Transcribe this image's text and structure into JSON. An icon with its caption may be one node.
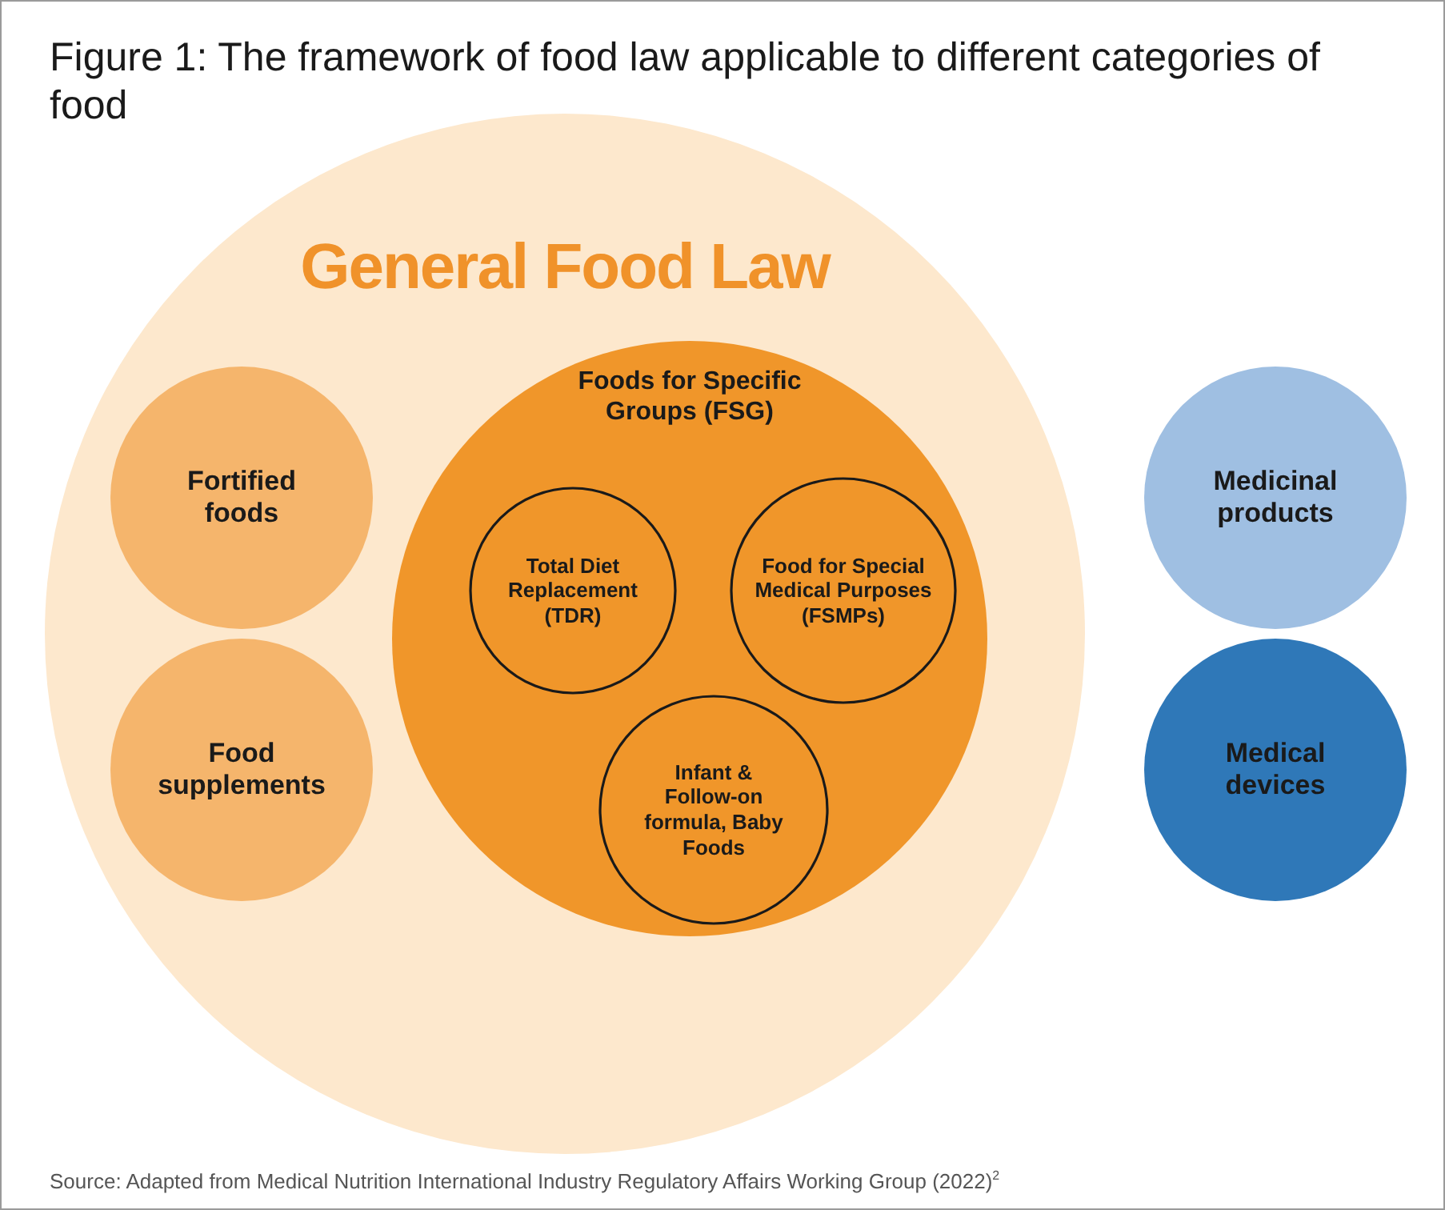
{
  "diagram": {
    "title": "Figure 1: The framework of food law applicable to different categories of food",
    "caption": "Source: Adapted from Medical Nutrition International Industry Regulatory Affairs Working Group (2022)$^{2}$",
    "nodes": [
      {
        "text": [
          "General Food Law"
        ]
      },
      {
        "text": [
          "Fortified foods"
        ],
        "in": 0
      },
      {
        "text": [
          "Food supplements"
        ],
        "in": 0
      },
      {
        "text": [
          "Foods for Specific Groups (FSG)"
        ],
        "in": 0
      },
      {
        "text": [
          "Total Diet Replacement (TDR)"
        ],
        "in": 3
      },
      {
        "text": [
          "Food for Special Medical Purposes (FSMPs)"
        ],
        "in": 3
      },
      {
        "text": [
          "Infant & Follow-on formula, Baby Foods"
        ],
        "in": 3
      },
      {
        "text": [
          "Medicinal products"
        ]
      },
      {
        "text": [
          "Medical devices"
        ]
      }
    ]
  }
}
